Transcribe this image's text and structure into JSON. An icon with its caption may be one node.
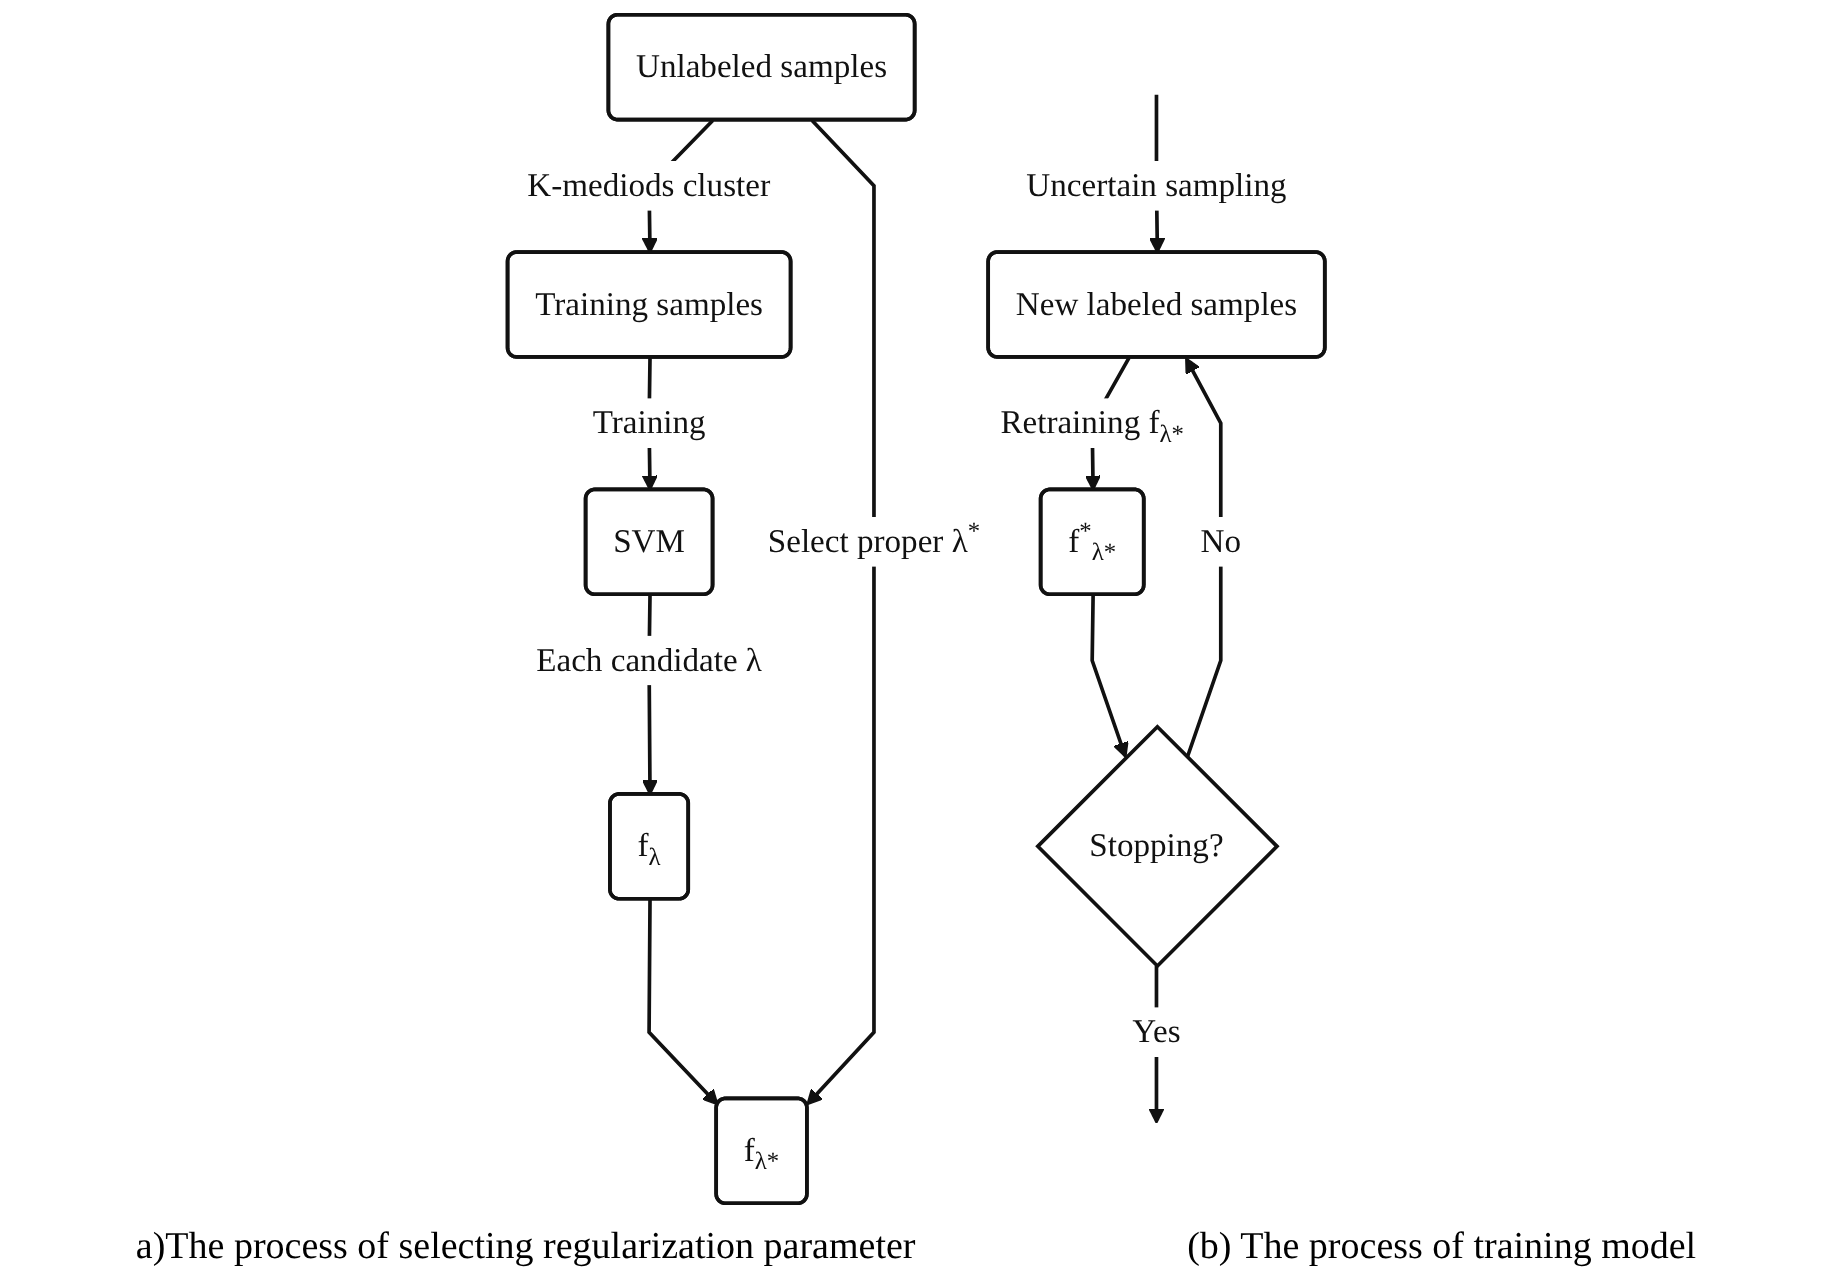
{
  "diagram": {
    "nodes": [
      {
        "text": [
          "Unlabeled samples"
        ]
      },
      {
        "text": [
          "Training samples"
        ]
      },
      {
        "text": [
          "SVM"
        ]
      },
      {
        "text": [
          "f$_{λ}$"
        ]
      },
      {
        "text": [
          "f$_{λ*}$"
        ]
      },
      {
        "text": [
          "New labeled samples"
        ]
      },
      {
        "text": [
          "f$^{*}$$_{λ*}$"
        ]
      },
      {
        "text": [
          "Stopping?"
        ]
      }
    ],
    "edges": [
      {
        "from": 0,
        "to": 1,
        "arrow": "to",
        "label": "K-mediods cluster"
      },
      {
        "from": 1,
        "to": 2,
        "arrow": "to",
        "label": "Training"
      },
      {
        "from": 2,
        "to": 3,
        "arrow": "to",
        "label": "Each candidate λ"
      },
      {
        "from": 3,
        "to": 4,
        "arrow": "to"
      },
      {
        "from": 0,
        "to": 4,
        "arrow": "to",
        "label": "Select proper λ$^{*}$"
      },
      {
        "from": null,
        "to": 5,
        "arrow": "to",
        "label": "Uncertain sampling"
      },
      {
        "from": 5,
        "to": 6,
        "arrow": "to",
        "label": "Retraining f$_{λ*}$"
      },
      {
        "from": 6,
        "to": 7,
        "arrow": "to"
      },
      {
        "from": 7,
        "to": 5,
        "arrow": "to",
        "label": "No"
      },
      {
        "from": 7,
        "to": null,
        "arrow": "to",
        "label": "Yes"
      }
    ],
    "labels": [
      "a)The process of selecting regularization parameter",
      "(b) The process of training model"
    ]
  }
}
